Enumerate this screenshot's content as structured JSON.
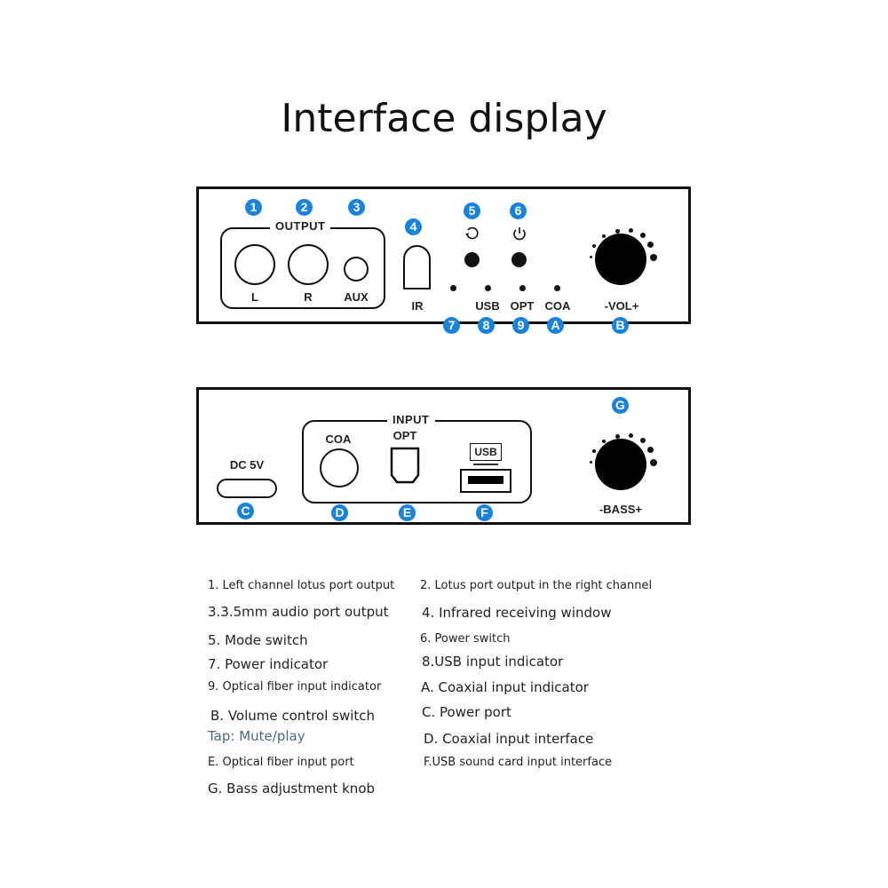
{
  "title": "Interface display",
  "front_panel": {
    "output_label": "OUTPUT",
    "port_l": "L",
    "port_r": "R",
    "port_aux": "AUX",
    "ir_label": "IR",
    "mode_icon": "mode-cycle-icon",
    "power_icon": "power-icon",
    "indicator_usb": "USB",
    "indicator_opt": "OPT",
    "indicator_coa": "COA",
    "vol_label": "-VOL+",
    "badges": [
      "1",
      "2",
      "3",
      "4",
      "5",
      "6",
      "7",
      "8",
      "9",
      "A",
      "B"
    ]
  },
  "back_panel": {
    "dc_label": "DC 5V",
    "input_label": "INPUT",
    "coa_label": "COA",
    "opt_label": "OPT",
    "usb_label": "USB",
    "bass_label": "-BASS+",
    "badges": [
      "C",
      "D",
      "E",
      "F",
      "G"
    ]
  },
  "legend": {
    "items": [
      "1. Left channel lotus port output",
      "2. Lotus port output in the right channel",
      "3.3.5mm audio port output",
      "4. Infrared receiving window",
      "5. Mode switch",
      "6. Power switch",
      "7. Power indicator",
      "8.USB input indicator",
      "9. Optical fiber input indicator",
      "A. Coaxial input indicator",
      "B. Volume control switch",
      "C. Power port",
      "Tap: Mute/play",
      "D. Coaxial input interface",
      "E. Optical fiber input port",
      "F.USB sound card input interface",
      "G. Bass adjustment knob"
    ]
  },
  "colors": {
    "badge_blue": "#1a82d8",
    "outline": "#111111",
    "tap_note": "#4a6a80"
  }
}
